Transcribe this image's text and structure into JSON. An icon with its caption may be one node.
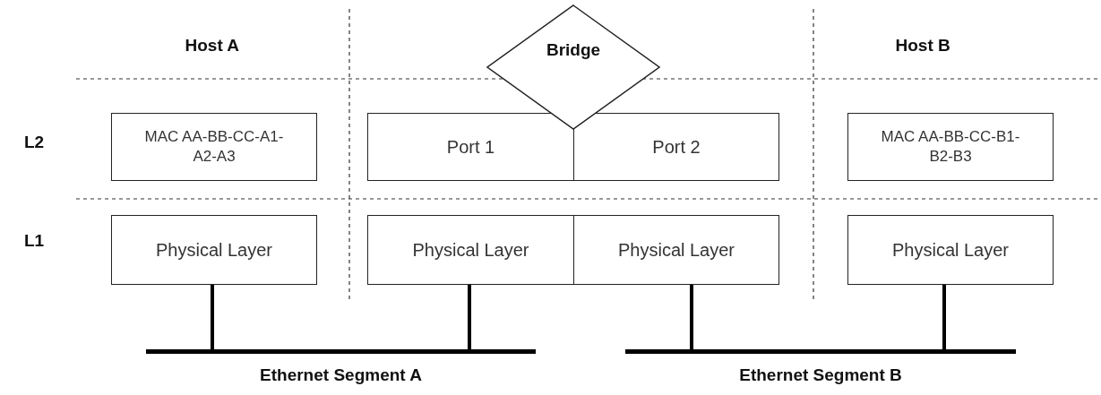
{
  "diagram": {
    "nodes": [
      {
        "text": [
          "Bridge"
        ]
      },
      {
        "text": [
          "MAC AA-BB-CC-A1-A2-A3"
        ]
      },
      {
        "text": [
          "Port 1"
        ]
      },
      {
        "text": [
          "Port 2"
        ]
      },
      {
        "text": [
          "MAC AA-BB-CC-B1-B2-B3"
        ]
      },
      {
        "text": [
          "Physical Layer"
        ]
      },
      {
        "text": [
          "Physical Layer"
        ]
      },
      {
        "text": [
          "Physical Layer"
        ]
      },
      {
        "text": [
          "Physical Layer"
        ]
      },
      {
        "text": [
          "Ethernet Segment A"
        ]
      },
      {
        "text": [
          "Ethernet Segment B"
        ]
      }
    ],
    "edges": [
      {
        "from": 5,
        "to": 9,
        "arrow": "none"
      },
      {
        "from": 6,
        "to": 9,
        "arrow": "none"
      },
      {
        "from": 7,
        "to": 10,
        "arrow": "none"
      },
      {
        "from": 8,
        "to": 10,
        "arrow": "none"
      }
    ],
    "labels": [
      "Host A",
      "Host B",
      "L2",
      "L1"
    ]
  }
}
